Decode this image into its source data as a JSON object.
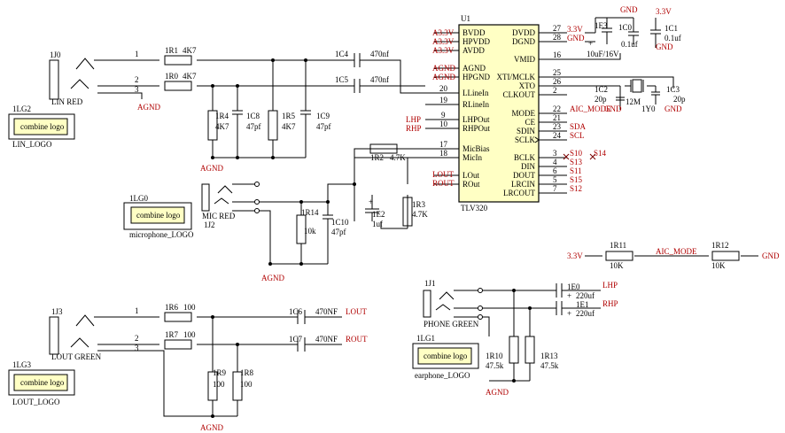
{
  "u1": {
    "ref": "U1",
    "part": "TLV320",
    "left_pins": [
      "BVDD",
      "HPVDD",
      "AVDD",
      "AGND",
      "HPGND",
      "LLineIn",
      "RLineIn",
      "LHPOut",
      "RHPOut",
      "MicBias",
      "MicIn",
      "LOut",
      "ROut"
    ],
    "left_pin_nums": [
      "20",
      "19",
      "9",
      "10",
      "17",
      "18"
    ],
    "right_pins": [
      "DVDD",
      "DGND",
      "VMID",
      "XTI/MCLK",
      "XTO",
      "CLKOUT",
      "MODE",
      "CE",
      "SDIN",
      "SCLK",
      "BCLK",
      "DIN",
      "DOUT",
      "LRCIN",
      "LRCOUT"
    ],
    "right_pin_nums": [
      "27",
      "28",
      "16",
      "25",
      "26",
      "2",
      "22",
      "21",
      "23",
      "24",
      "3",
      "4",
      "6",
      "5",
      "7"
    ],
    "left_nets": [
      "A3.3V",
      "A3.3V",
      "A3.3V",
      "AGND",
      "AGND",
      "LHP",
      "RHP",
      "LOUT",
      "ROUT"
    ],
    "right_nets": [
      "AIC_MODE",
      "SDA",
      "SCL",
      "S10",
      "S13",
      "S11",
      "S15",
      "S12",
      "S14"
    ]
  },
  "crystal": {
    "ref": "1Y0",
    "value": "12M",
    "c2_ref": "1C2",
    "c2_val": "20p",
    "c3_ref": "1C3",
    "c3_val": "20p",
    "gnd": "GND"
  },
  "power": {
    "v33a": "3.3V",
    "gnd_a": "GND",
    "e3_ref": "1E3",
    "e3_val": "10uF/16V",
    "c0_ref": "1C0",
    "c0_val": "0.1uf",
    "v33b": "3.3V",
    "c1_ref": "1C1",
    "c1_val": "0.1uf",
    "gnd_b": "GND"
  },
  "line_in": {
    "jack": "1J0",
    "color": "LIN RED",
    "pins": [
      "1",
      "2",
      "3"
    ],
    "r1_ref": "1R1",
    "r1_val": "4K7",
    "r0_ref": "1R0",
    "r0_val": "4K7",
    "c4_ref": "1C4",
    "c4_val": "470nf",
    "c5_ref": "1C5",
    "c5_val": "470nf",
    "r4_ref": "1R4",
    "r4_val": "4K7",
    "c8_ref": "1C8",
    "c8_val": "47pf",
    "r5_ref": "1R5",
    "r5_val": "4K7",
    "c9_ref": "1C9",
    "c9_val": "47pf",
    "agnd": "AGND",
    "agnd2": "AGND"
  },
  "mic": {
    "jack": "1J2",
    "color": "MIC RED",
    "r2_ref": "1R2",
    "r2_val": "4.7K",
    "e2_ref": "1E2",
    "e2_val": "1uf",
    "r3_ref": "1R3",
    "r3_val": "4.7K",
    "r14_ref": "1R14",
    "r14_val": "10k",
    "c10_ref": "1C10",
    "c10_val": "47pf",
    "agnd": "AGND"
  },
  "line_out": {
    "jack": "1J3",
    "color": "LOUT GREEN",
    "pins": [
      "1",
      "2",
      "3"
    ],
    "r6_ref": "1R6",
    "r6_val": "100",
    "r7_ref": "1R7",
    "r7_val": "100",
    "c6_ref": "1C6",
    "c6_val": "470NF",
    "c7_ref": "1C7",
    "c7_val": "470NF",
    "net_l": "LOUT",
    "net_r": "ROUT",
    "r9_ref": "1R9",
    "r9_val": "100",
    "r8_ref": "1R8",
    "r8_val": "100",
    "agnd": "AGND"
  },
  "phone": {
    "jack": "1J1",
    "color": "PHONE GREEN",
    "e0_ref": "1E0",
    "e0_val": "220uf",
    "e1_ref": "1E1",
    "e1_val": "220uf",
    "net_l": "LHP",
    "net_r": "RHP",
    "r10_ref": "1R10",
    "r10_val": "47.5k",
    "r13_ref": "1R13",
    "r13_val": "47.5k",
    "agnd": "AGND"
  },
  "mode": {
    "v": "3.3V",
    "r11_ref": "1R11",
    "r11_val": "10K",
    "net": "AIC_MODE",
    "r12_ref": "1R12",
    "r12_val": "10K",
    "gnd": "GND"
  },
  "logos": [
    {
      "ref": "1LG2",
      "text": "combine logo",
      "caption": "LIN_LOGO"
    },
    {
      "ref": "1LG0",
      "text": "combine logo",
      "caption": "microphone_LOGO"
    },
    {
      "ref": "1LG3",
      "text": "combine logo",
      "caption": "LOUT_LOGO"
    },
    {
      "ref": "1LG1",
      "text": "combine logo",
      "caption": "earphone_LOGO"
    }
  ],
  "colors": {
    "net_label": "#b00000",
    "logo_fill": "#ffffc4",
    "wire": "#000000"
  }
}
